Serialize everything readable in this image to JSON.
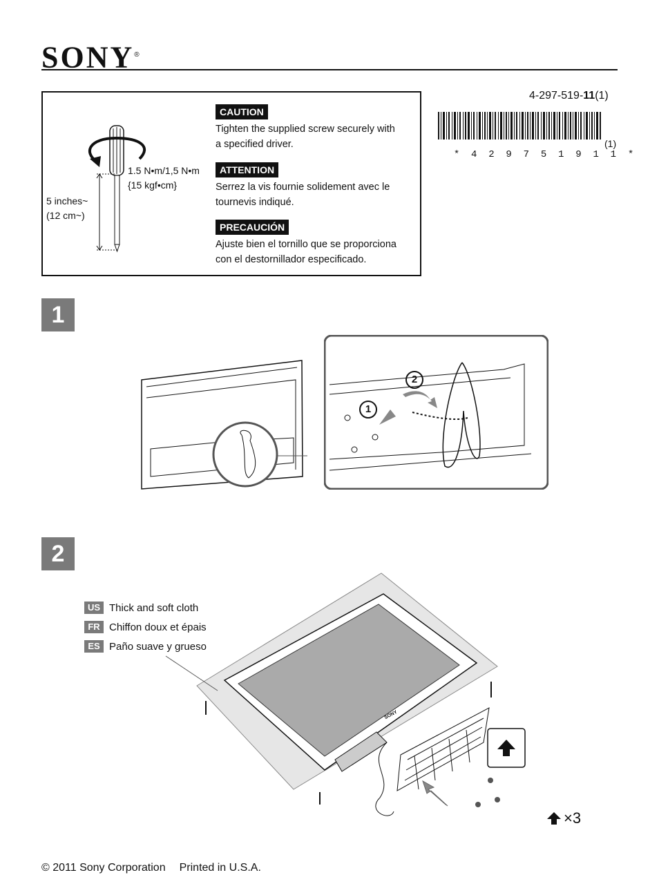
{
  "header": {
    "brand": "SONY",
    "registered": "®"
  },
  "doc": {
    "part_prefix": "4-297-519-",
    "part_bold": "11",
    "part_suffix": "(1)",
    "barcode_digits": "*  4  2  9  7  5  1  9  1  1  *",
    "barcode_suffix": "(1)"
  },
  "caution": {
    "torque_line1": "1.5 N•m/1,5 N•m",
    "torque_line2": "{15 kgf•cm}",
    "length_line1": "5 inches~",
    "length_line2": "(12 cm~)",
    "blocks": [
      {
        "tag": "CAUTION",
        "text_line1": "Tighten the supplied screw securely with",
        "text_line2": "a specified driver."
      },
      {
        "tag": "ATTENTION",
        "text_line1": "Serrez la vis fournie solidement avec le",
        "text_line2": "tournevis indiqué."
      },
      {
        "tag": "PRECAUCIÓN",
        "text_line1": "Ajuste bien el tornillo que se proporciona",
        "text_line2": "con el destornillador especificado."
      }
    ]
  },
  "steps": {
    "one": "1",
    "two": "2"
  },
  "step1": {
    "callout1": "1",
    "callout2": "2"
  },
  "step2": {
    "cloth": [
      {
        "code": "US",
        "text": "Thick and soft cloth"
      },
      {
        "code": "FR",
        "text": "Chiffon doux et épais"
      },
      {
        "code": "ES",
        "text": "Paño suave y grueso"
      }
    ],
    "tv_brand": "SONY",
    "screw_count": "×3"
  },
  "footer": {
    "copyright": "© 2011 Sony Corporation",
    "printed": "Printed in U.S.A."
  }
}
